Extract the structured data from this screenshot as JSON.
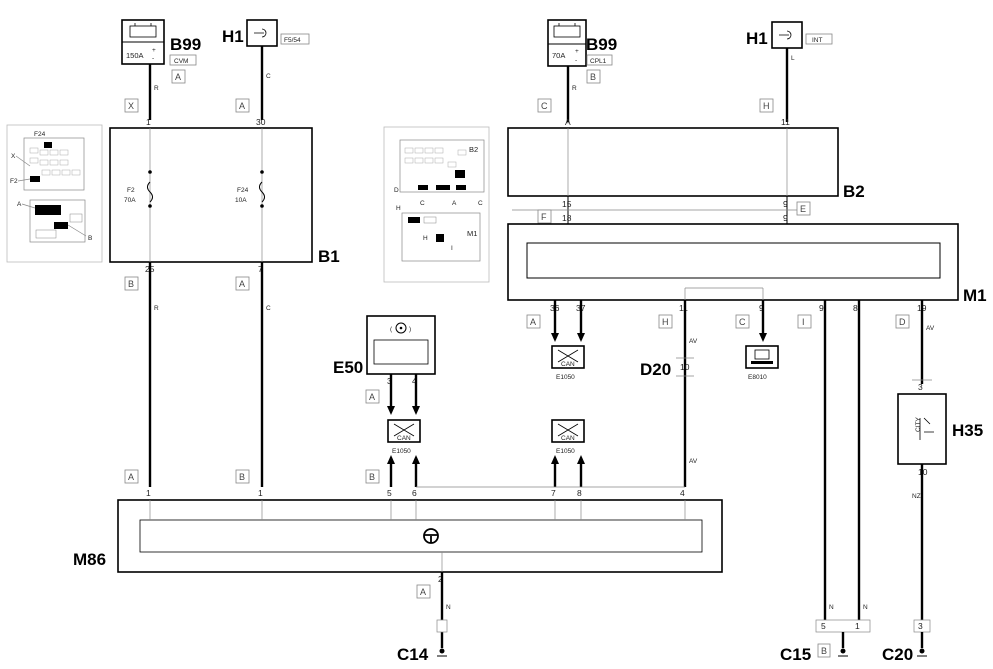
{
  "components": {
    "B99_left": {
      "label": "B99",
      "rating": "150A",
      "tag": "CVM",
      "conn": "A"
    },
    "H1_left": {
      "label": "H1",
      "tag": "F5/54"
    },
    "B99_right": {
      "label": "B99",
      "rating": "70A",
      "tag": "CPL1",
      "conn": "B"
    },
    "H1_right": {
      "label": "H1",
      "tag": "INT"
    },
    "B1": {
      "label": "B1",
      "fuse1_name": "F2",
      "fuse1_rating": "70A",
      "fuse2_name": "F24",
      "fuse2_rating": "10A"
    },
    "B2": {
      "label": "B2"
    },
    "M1": {
      "label": "M1"
    },
    "E50": {
      "label": "E50"
    },
    "D20": {
      "label": "D20"
    },
    "H35": {
      "label": "H35",
      "mark": "CITY"
    },
    "M86": {
      "label": "M86"
    },
    "C14": {
      "label": "C14"
    },
    "C15": {
      "label": "C15",
      "conn": "B"
    },
    "C20": {
      "label": "C20"
    },
    "E1050": {
      "label": "E1050",
      "text": "CAN"
    },
    "E8010": {
      "label": "E8010"
    }
  },
  "locator_left": {
    "items": [
      "F24",
      "X",
      "F2",
      "A",
      "B"
    ]
  },
  "locator_right": {
    "items": [
      "B2",
      "D",
      "C",
      "A",
      "C",
      "H",
      "M1",
      "H",
      "I"
    ]
  },
  "wire_colors": {
    "R": "R",
    "C": "C",
    "AV": "AV",
    "N": "N",
    "NZ": "NZ",
    "L": "L"
  },
  "conn_letters": {
    "X": "X",
    "A": "A",
    "B": "B",
    "C": "C",
    "H": "H",
    "F": "F",
    "E": "E",
    "D": "D",
    "I": "I"
  },
  "pins": {
    "p1": "1",
    "p30": "30",
    "pA": "A",
    "p11": "11",
    "p25": "25",
    "p7": "7",
    "p15": "15",
    "p18": "18",
    "p9": "9",
    "p36": "36",
    "p37": "37",
    "p8": "8",
    "p19": "19",
    "p3": "3",
    "p4": "4",
    "p10": "10",
    "p5": "5",
    "p6": "6",
    "p2": "2"
  }
}
